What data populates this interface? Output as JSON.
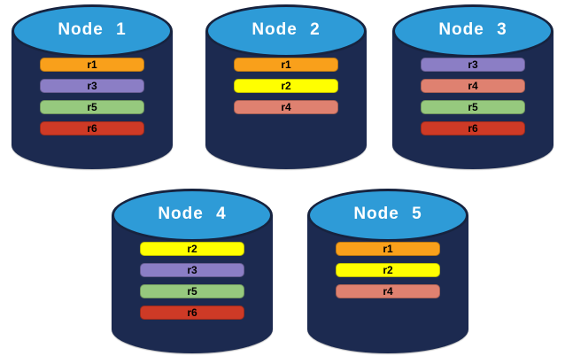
{
  "diagram": {
    "kind": "database-replication-diagram",
    "colors": {
      "background": "#FFFFFF",
      "cylinder_body": "#1C2A50",
      "cylinder_top": "#2E9BD7",
      "cylinder_outline": "#17233F",
      "node_label_text": "#FFFFFF",
      "replica_label_text": "#000000"
    },
    "replica_colors": {
      "r1": "#F9A01B",
      "r2": "#FFFF00",
      "r3": "#8B7EC5",
      "r4": "#DF8170",
      "r5": "#96C97E",
      "r6": "#CE3A26"
    },
    "nodes": [
      {
        "label": "Node 1",
        "replicas": [
          "r1",
          "r3",
          "r5",
          "r6"
        ]
      },
      {
        "label": "Node 2",
        "replicas": [
          "r1",
          "r2",
          "r4"
        ]
      },
      {
        "label": "Node 3",
        "replicas": [
          "r3",
          "r4",
          "r5",
          "r6"
        ]
      },
      {
        "label": "Node 4",
        "replicas": [
          "r2",
          "r3",
          "r5",
          "r6"
        ]
      },
      {
        "label": "Node 5",
        "replicas": [
          "r1",
          "r2",
          "r4"
        ]
      }
    ]
  }
}
